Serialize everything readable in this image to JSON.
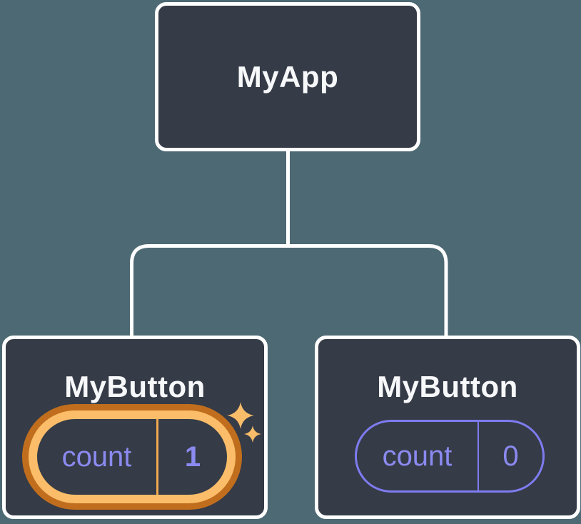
{
  "diagram": {
    "type": "react-component-tree",
    "root": {
      "label": "MyApp"
    },
    "children": [
      {
        "label": "MyButton",
        "state": {
          "name": "count",
          "value": "1"
        },
        "highlighted": true,
        "icons": [
          "sparkle-large",
          "sparkle-small"
        ]
      },
      {
        "label": "MyButton",
        "state": {
          "name": "count",
          "value": "0"
        },
        "highlighted": false
      }
    ]
  },
  "colors": {
    "bg": "#4d6973",
    "node": "#353b47",
    "line": "#ffffff",
    "title": "#f7f8fa",
    "purple": "#7e7cf0",
    "purpleText": "#8b8af0",
    "orangeDark": "#c06e1d",
    "orangeLight": "#fbbd69",
    "orangeDivider": "#f2a950",
    "sparkle": "#f9bd6a"
  }
}
